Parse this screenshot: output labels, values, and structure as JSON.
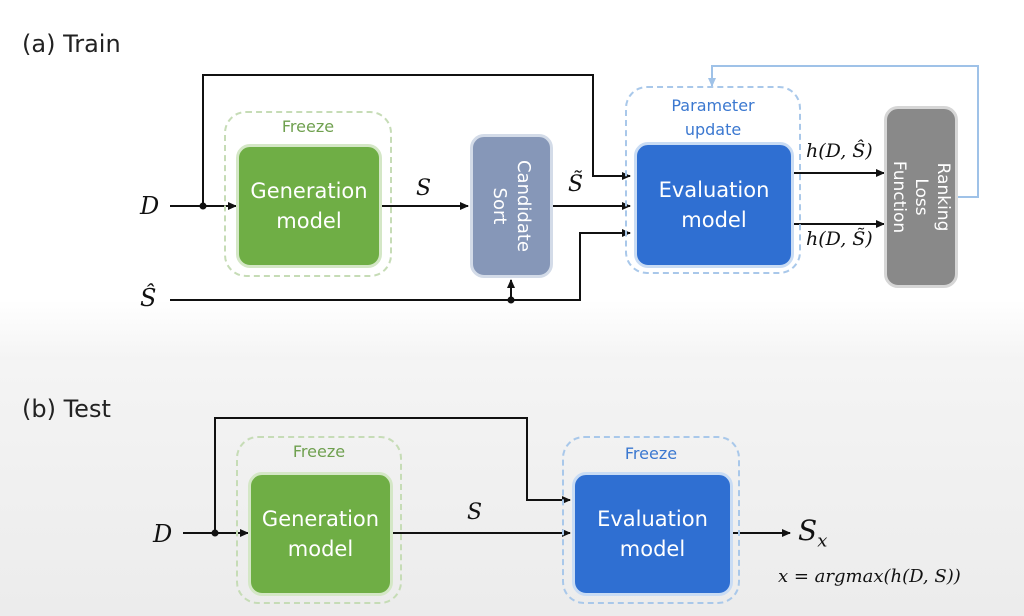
{
  "train": {
    "title": "(a) Train",
    "freeze_label": "Freeze",
    "param_update_label": "Parameter update",
    "generation_model": "Generation model",
    "candidate_sort": "Candidate Sort",
    "evaluation_model": "Evaluation model",
    "ranking_loss": "Ranking Loss Function",
    "input_D": "D",
    "input_S_hat": "Ŝ",
    "edge_S": "S",
    "edge_S_tilde": "S̃",
    "out_h_hat": "h(D, Ŝ)",
    "out_h_tilde": "h(D, S̃)"
  },
  "test": {
    "title": "(b) Test",
    "freeze_gen_label": "Freeze",
    "freeze_eval_label": "Freeze",
    "generation_model": "Generation model",
    "evaluation_model": "Evaluation model",
    "input_D": "D",
    "edge_S": "S",
    "output_label": "Sx",
    "formula": "x = argmax(h(D, S))"
  },
  "colors": {
    "green": "#6fae45",
    "blue": "#2f6fd2",
    "slate": "#8697b8",
    "gray": "#898989",
    "feedback": "#9fc2e8"
  }
}
